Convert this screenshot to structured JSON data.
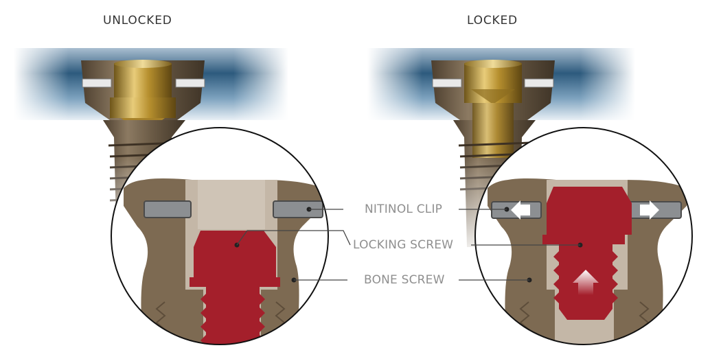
{
  "panels": {
    "unlocked": {
      "title": "UNLOCKED",
      "locked": false
    },
    "locked": {
      "title": "LOCKED",
      "locked": true
    }
  },
  "callouts": {
    "nitinol_clip": "NITINOL CLIP",
    "locking_screw": "LOCKING SCREW",
    "bone_screw": "BONE SCREW"
  },
  "colors": {
    "plate_blue": "#1e4a6b",
    "bone_screw_bronze": "#7d6a52",
    "locking_screw_red": "#a41f2b",
    "clip_gray": "#8c8f92",
    "screw_bore_beige": "#c4b7a7",
    "gold_screw": "#c9a445",
    "callout_text": "#8f8f8f",
    "title_text": "#333333"
  },
  "icons": {
    "clip_expand": "arrow-left-right-icon",
    "screw_travel": "arrow-up-icon"
  }
}
